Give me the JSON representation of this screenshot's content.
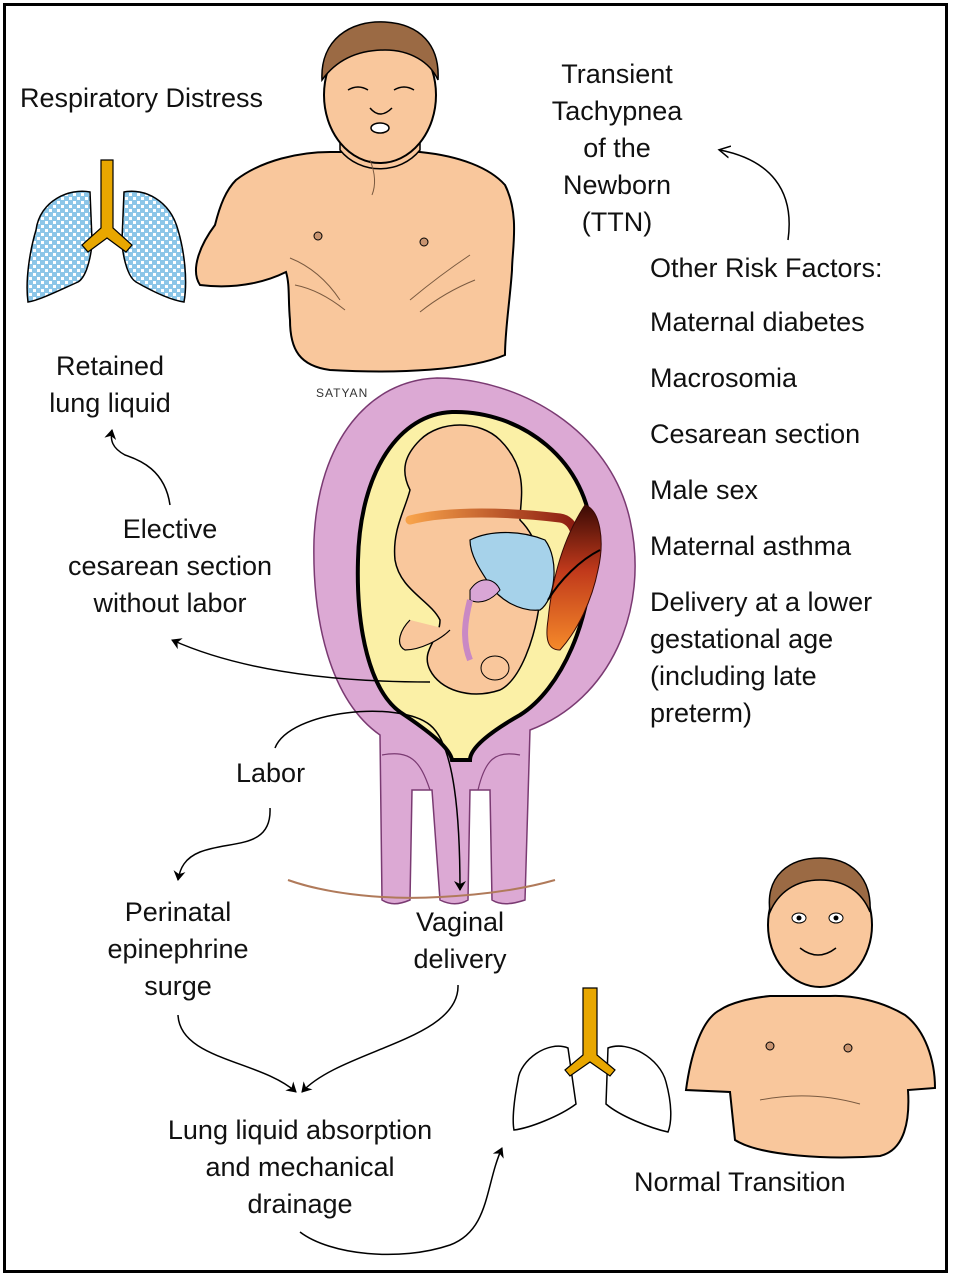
{
  "labels": {
    "respiratory_distress": "Respiratory Distress",
    "ttn": [
      "Transient",
      "Tachypnea",
      "of the",
      "Newborn",
      "(TTN)"
    ],
    "retained_lung_liquid": [
      "Retained",
      "lung liquid"
    ],
    "elective_cesarean": [
      "Elective",
      "cesarean section",
      "without labor"
    ],
    "labor": "Labor",
    "epinephrine_surge": [
      "Perinatal",
      "epinephrine",
      "surge"
    ],
    "vaginal_delivery": [
      "Vaginal",
      "delivery"
    ],
    "lung_liquid_absorption": [
      "Lung liquid absorption",
      "and mechanical",
      "drainage"
    ],
    "normal_transition": "Normal Transition",
    "signature": "SATYAN"
  },
  "risk_factors": {
    "heading": "Other Risk Factors:",
    "items": [
      "Maternal diabetes",
      "Macrosomia",
      "Cesarean section",
      "Male sex",
      "Maternal asthma"
    ],
    "last_item": [
      "Delivery at a lower",
      "gestational age",
      "(including late",
      "preterm)"
    ]
  },
  "colors": {
    "skin": "#f9c79c",
    "hair": "#9b6a44",
    "uterus_wall": "#dca9d4",
    "amniotic_fluid": "#fbf0a6",
    "lung_fill": "#8cc6e8",
    "trachea": "#e8a700",
    "placenta": "#c0391b",
    "blue_organ": "#a6d2ea"
  }
}
